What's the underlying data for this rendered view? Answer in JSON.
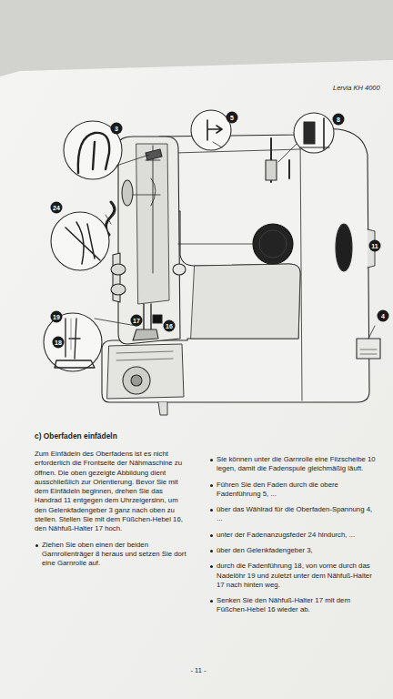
{
  "diagram": {
    "labels": [
      "Lervia KH 4000",
      "3",
      "5",
      "8",
      "24",
      "11",
      "4",
      "19",
      "18",
      "17",
      "16",
      "c) Oberfaden einfädeln",
      "Zum Einfädeln des Oberfadens ist es nicht erforderlich die Frontseite der Nähmaschine zu öffnen. Die oben gezeigte Abbildung dient ausschließlich zur Orientierung. Bevor Sie mit dem Einfädeln beginnen, drehen Sie das Handrad 11 entgegen dem Uhrzeigersinn, um den Gelenkfadengeber 3 ganz nach oben zu stellen. Stellen Sie mit dem Füßchen-Hebel 16, den Nähfuß-Halter 17 hoch.",
      "Ziehen Sie oben einen der beiden Garnrollenträger 8 heraus und setzen Sie dort eine Garnrolle auf.",
      "Sie können unter die Garnrolle eine Filzscheibe 10 legen, damit die Fadenspule gleichmäßig läuft.",
      "Führen Sie den Faden durch die obere Fadenführung 5, ...",
      "über das Wählrad für die Oberfaden-Spannung 4, ...",
      "unter der Fadenanzugsfeder 24 hindurch, ...",
      "über den Gelenkfadengeber 3,",
      "durch die Fadenführung 18, von vorne durch das Nadelöhr 19 und zuletzt unter dem Nähfuß-Halter 17 nach hinten weg.",
      "Senken Sie den Nähfuß-Halter 17 mit dem Füßchen-Hebel 16 wieder ab.",
      "- 11 -"
    ]
  }
}
